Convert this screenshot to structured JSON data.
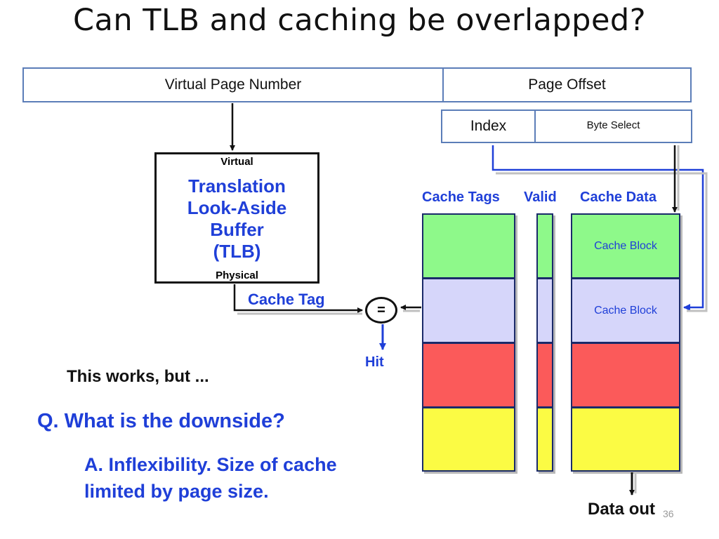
{
  "slide": {
    "title": "Can TLB and caching be overlapped?",
    "page_number": "36"
  },
  "address": {
    "vpn_label": "Virtual Page Number",
    "offset_label": "Page Offset",
    "index_label": "Index",
    "byte_select_label": "Byte Select"
  },
  "tlb": {
    "top_label": "Virtual",
    "name_line1": "Translation",
    "name_line2": "Look-Aside",
    "name_line3": "Buffer",
    "name_line4": "(TLB)",
    "bottom_label": "Physical"
  },
  "cache": {
    "tags_header": "Cache Tags",
    "valid_header": "Valid",
    "data_header": "Cache Data",
    "block_label_1": "Cache Block",
    "block_label_2": "Cache Block",
    "row_colors": [
      "#8ef98a",
      "#d6d6fa",
      "#fb5a5a",
      "#fbfb44"
    ]
  },
  "compare": {
    "cache_tag_label": "Cache Tag",
    "comparator_symbol": "=",
    "hit_label": "Hit",
    "data_out_label": "Data out"
  },
  "notes": {
    "statement": "This works, but ...",
    "question": "Q. What is the downside?",
    "answer_line1": "A. Inflexibility. Size of cache",
    "answer_line2": "limited by page size."
  }
}
